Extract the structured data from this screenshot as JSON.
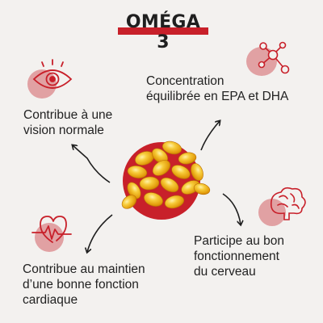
{
  "title": "OMÉGA 3",
  "benefits": {
    "top_right": {
      "line1": "Concentration",
      "line2": "équilibrée en EPA et DHA",
      "icon": "molecule-icon"
    },
    "top_left": {
      "line1": "Contribue à une",
      "line2": "vision normale",
      "icon": "eye-icon"
    },
    "bottom_right": {
      "line1": "Participe au bon",
      "line2": "fonctionnement",
      "line3": "du cerveau",
      "icon": "brain-icon"
    },
    "bottom_left": {
      "line1": "Contribue au maintien",
      "line2": "d’une bonne fonction",
      "line3": "cardiaque",
      "icon": "heart-pulse-icon"
    }
  },
  "colors": {
    "background": "#f3f1ef",
    "accent_red": "#c8202a",
    "blob_pink": "#e09a9c",
    "capsule_gold": "#f2b418"
  }
}
